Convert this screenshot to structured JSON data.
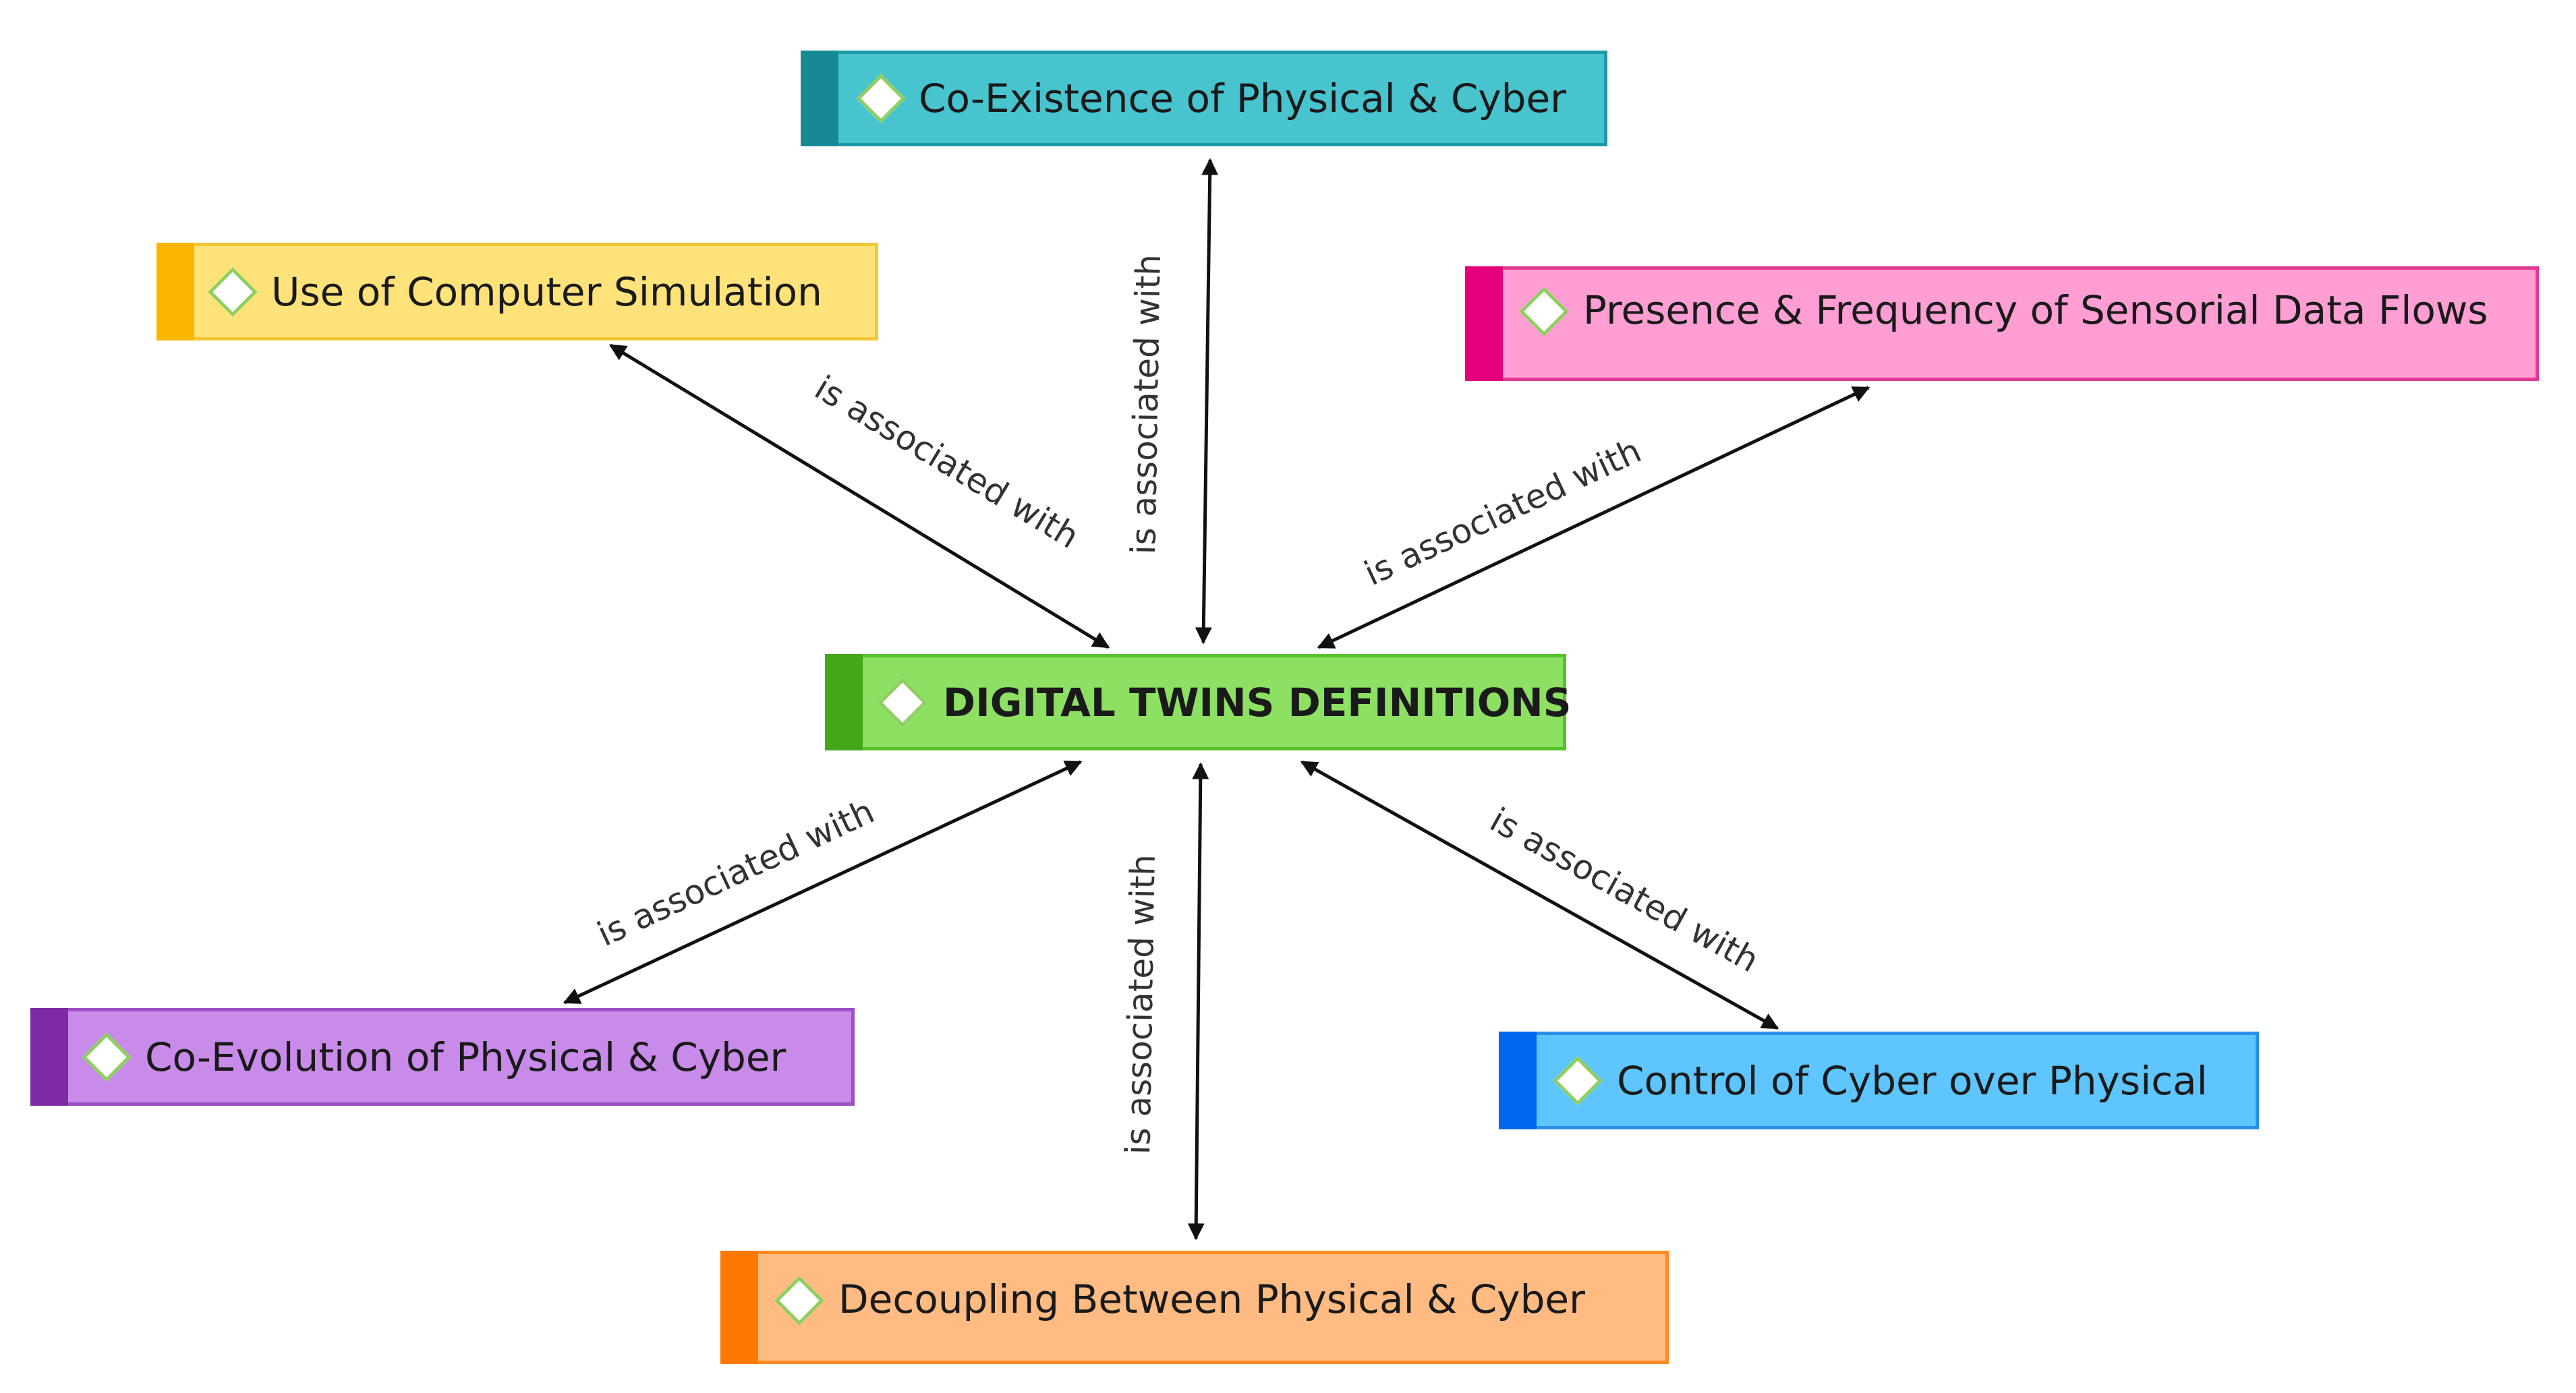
{
  "colors": {
    "arrow": "#111111",
    "diamond_border": "#8fcf62"
  },
  "nodes": {
    "main": {
      "label": "DIGITAL TWINS DEFINITIONS",
      "fill": "#8ee063",
      "stripe": "#44a81a",
      "border": "#55c22a"
    },
    "coexistence": {
      "label": "Co-Existence of Physical & Cyber",
      "fill": "#48c4cf",
      "stripe": "#168a94",
      "border": "#1c9aa5"
    },
    "simulation": {
      "label": "Use of Computer Simulation",
      "fill": "#ffe37a",
      "stripe": "#f9b500",
      "border": "#f2c637"
    },
    "sensorial": {
      "label": "Presence & Frequency of Sensorial Data Flows",
      "fill": "#ff9ed3",
      "stripe": "#e4007c",
      "border": "#e03a93"
    },
    "coevolution": {
      "label": "Co-Evolution of Physical  & Cyber",
      "fill": "#c98bea",
      "stripe": "#7d2aa5",
      "border": "#9b4fc2"
    },
    "control": {
      "label": "Control of Cyber over Physical",
      "fill": "#5ec5ff",
      "stripe": "#0067ef",
      "border": "#2b8fe8"
    },
    "decoupling": {
      "label": "Decoupling Between Physical & Cyber",
      "fill": "#ffbb82",
      "stripe": "#ff7800",
      "border": "#ff8a1f"
    }
  },
  "edges": [
    {
      "to": "coexistence",
      "label": "is associated with"
    },
    {
      "to": "simulation",
      "label": "is associated with"
    },
    {
      "to": "sensorial",
      "label": "is associated with"
    },
    {
      "to": "coevolution",
      "label": "is associated with"
    },
    {
      "to": "control",
      "label": "is associated with"
    },
    {
      "to": "decoupling",
      "label": "is associated with"
    }
  ]
}
